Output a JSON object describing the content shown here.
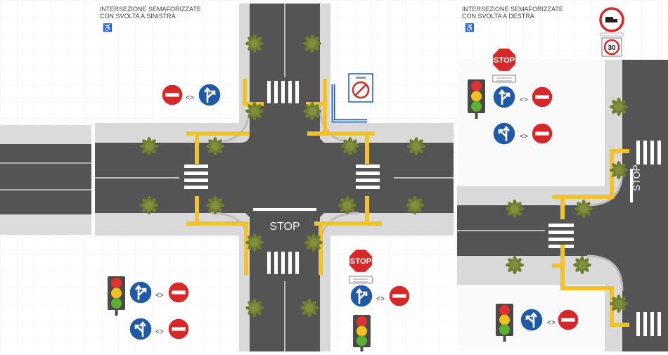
{
  "panels": {
    "left": {
      "title_line1": "INTERSEZIONE SEMAFORIZZATE",
      "title_line2": "CON SVOLTA A SINISTRA",
      "stop_marking": "STOP",
      "stop_sign_text": "STOP"
    },
    "right": {
      "title_line1": "INTERSEZIONE SEMAFORIZZATE",
      "title_line2": "CON SVOLTA A DESTRA",
      "stop_marking": "STOP",
      "stop_sign_text": "STOP",
      "speed_limit": "30"
    }
  },
  "signs": {
    "separator": "<>"
  },
  "colors": {
    "asphalt": "#545454",
    "sidewalk": "#d9d9d9",
    "tactile": "#f2c22a",
    "sign_blue": "#1e5aa8",
    "sign_red": "#d62828",
    "tree": "#7f8f3f"
  }
}
